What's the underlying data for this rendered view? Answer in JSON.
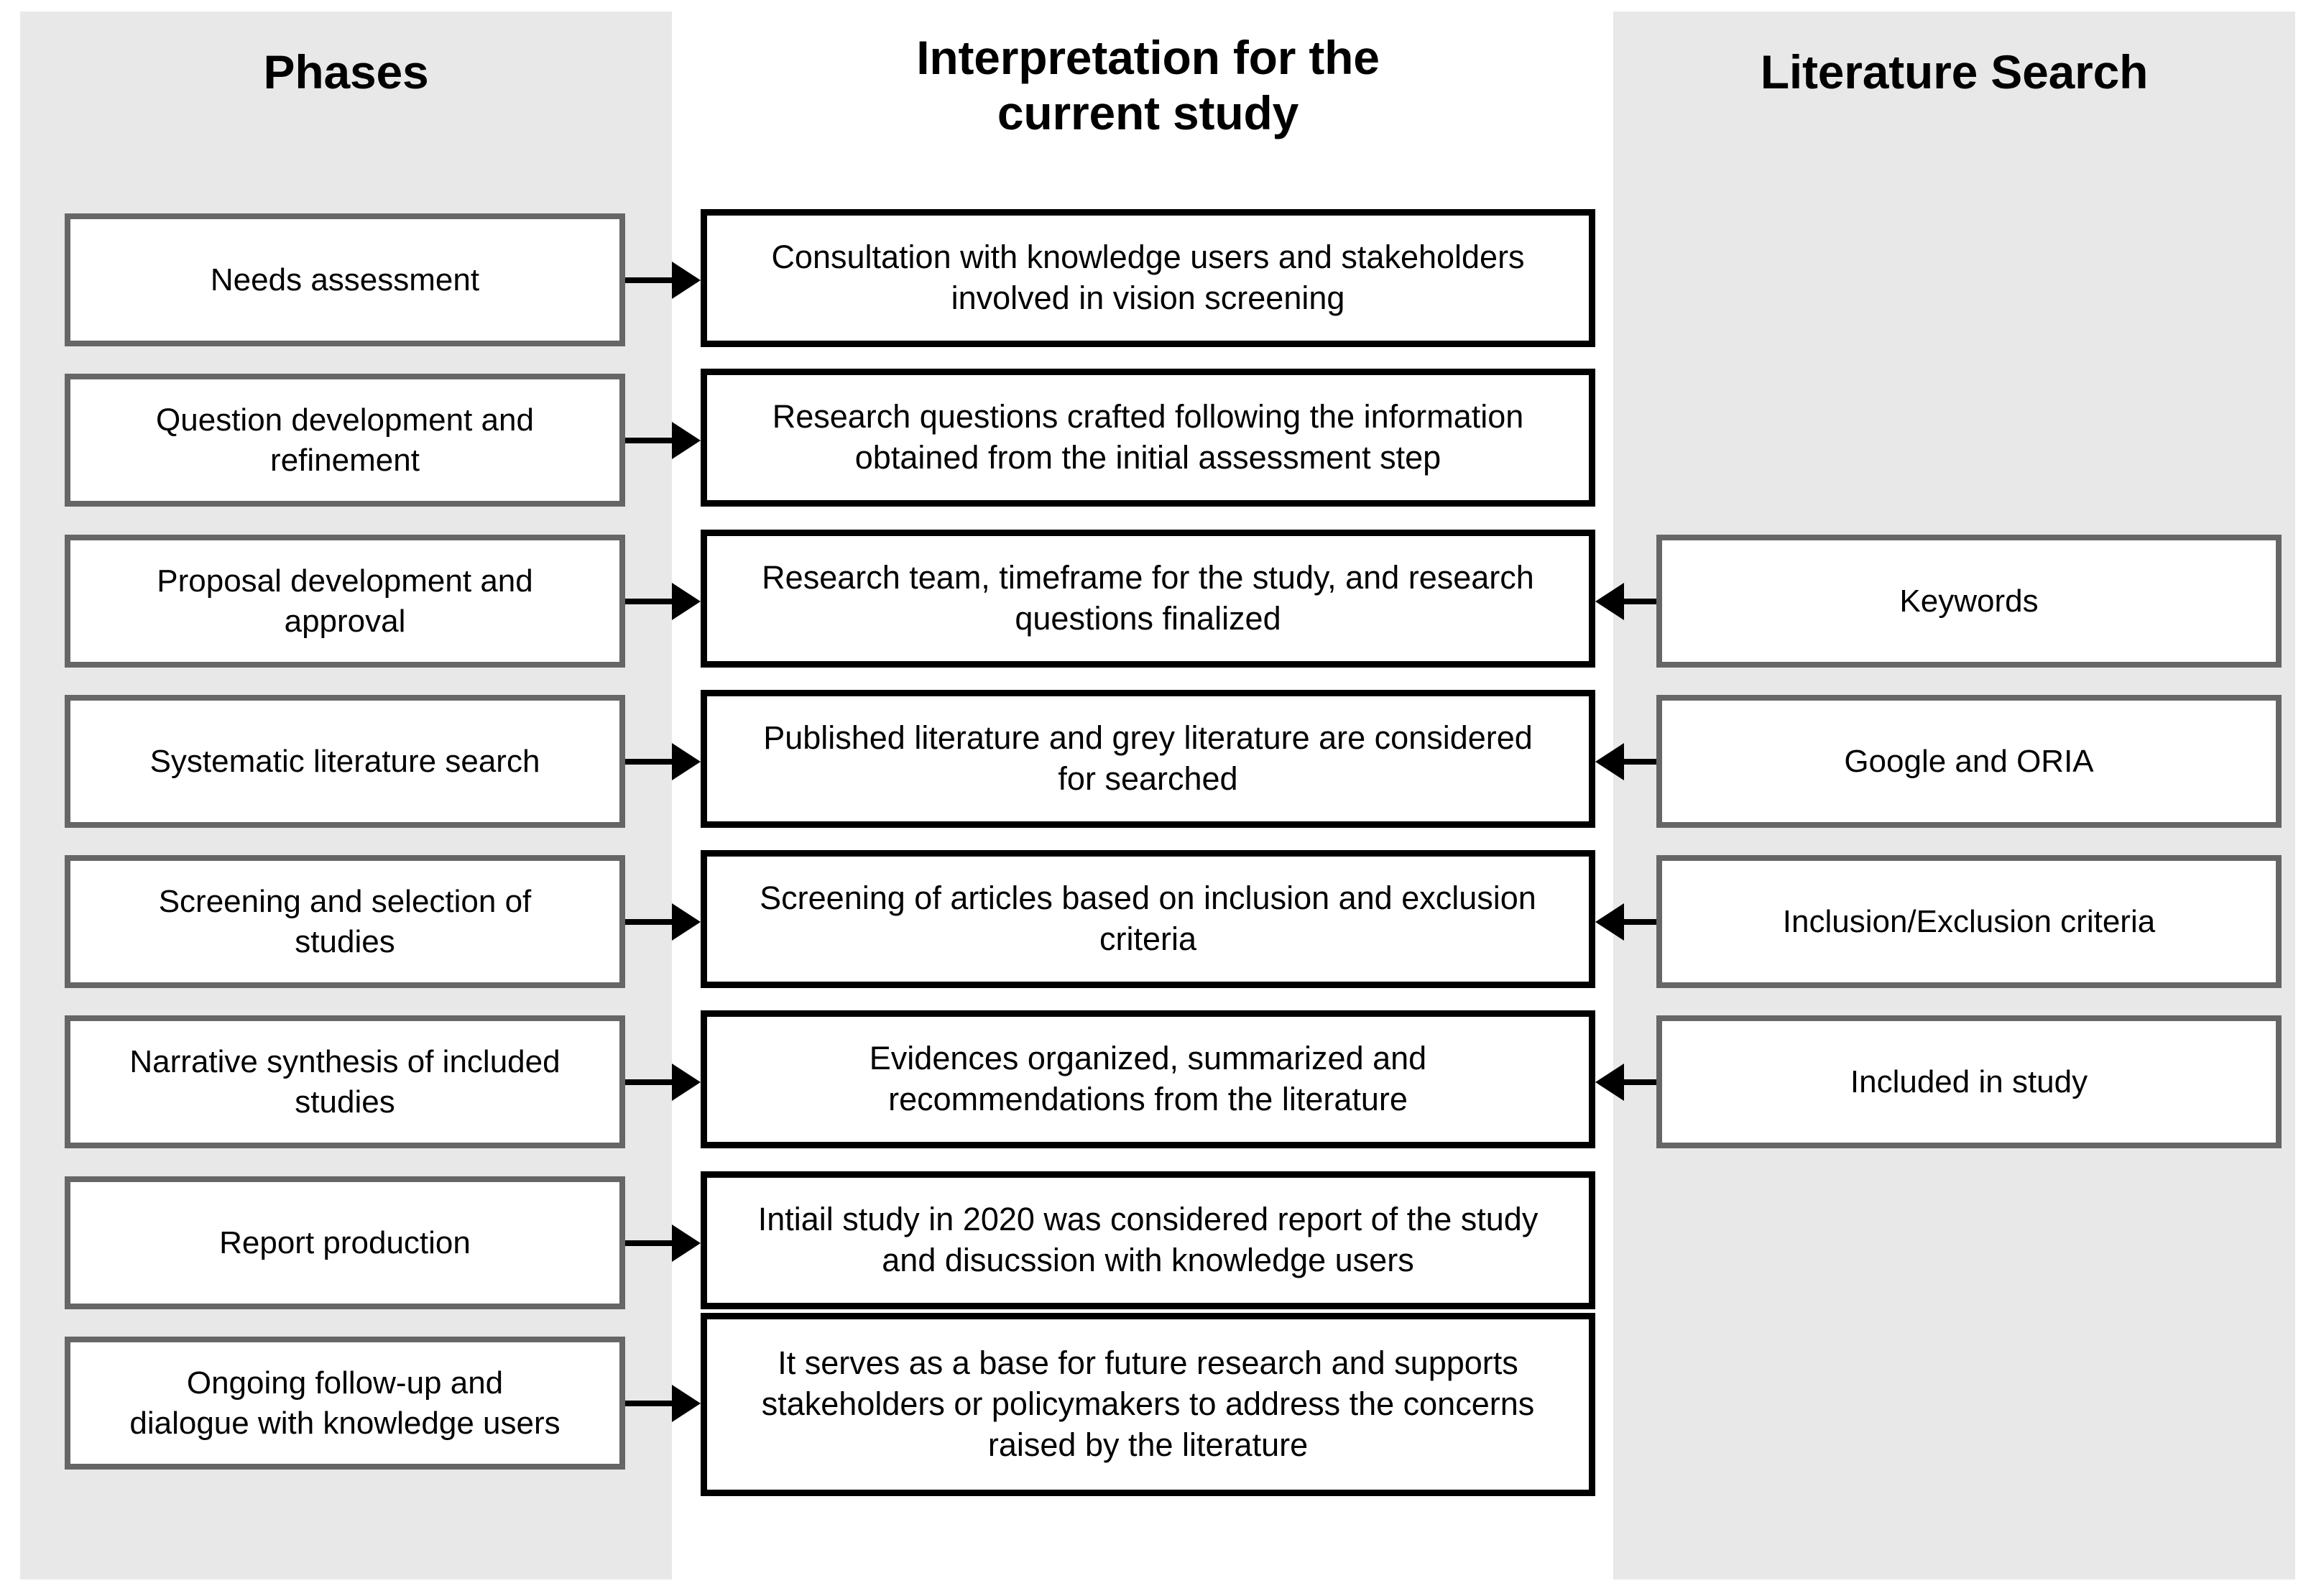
{
  "headers": {
    "phases": "Phases",
    "interpretation": "Interpretation for the\ncurrent study",
    "literature": "Literature Search"
  },
  "colors": {
    "panel_background": "#e8e8e8",
    "page_background": "#ffffff",
    "phase_box_border": "#666666",
    "interpretation_box_border": "#000000",
    "literature_box_border": "#666666",
    "text": "#000000",
    "arrow": "#000000"
  },
  "rows": [
    {
      "phase": "Needs assessment",
      "interpretation": "Consultation with knowledge users and stakeholders\ninvolved in vision screening",
      "literature": null,
      "arrow_left_to_center": true,
      "arrow_right_to_center": false
    },
    {
      "phase": "Question development and\nrefinement",
      "interpretation": "Research questions crafted following the information\nobtained from the  initial assessment step",
      "literature": null,
      "arrow_left_to_center": true,
      "arrow_right_to_center": false
    },
    {
      "phase": "Proposal development and\napproval",
      "interpretation": "Research team, timeframe for the study, and research\nquestions finalized",
      "literature": "Keywords",
      "arrow_left_to_center": true,
      "arrow_right_to_center": true
    },
    {
      "phase": "Systematic literature search",
      "interpretation": "Published literature and grey literature are considered\nfor searched",
      "literature": "Google and ORIA",
      "arrow_left_to_center": true,
      "arrow_right_to_center": true
    },
    {
      "phase": "Screening and selection of\nstudies",
      "interpretation": "Screening of articles based on inclusion and exclusion\ncriteria",
      "literature": "Inclusion/Exclusion criteria",
      "arrow_left_to_center": true,
      "arrow_right_to_center": true
    },
    {
      "phase": "Narrative synthesis of included\nstudies",
      "interpretation": "Evidences organized, summarized and\nrecommendations from the literature",
      "literature": "Included in study",
      "arrow_left_to_center": true,
      "arrow_right_to_center": true
    },
    {
      "phase": "Report production",
      "interpretation": "Intiail study in 2020 was considered report of the study\nand disucssion with knowledge users",
      "literature": null,
      "arrow_left_to_center": true,
      "arrow_right_to_center": false
    },
    {
      "phase": "Ongoing follow-up and\ndialogue with knowledge users",
      "interpretation": "It serves as a base for future research and supports\nstakeholders or policymakers to address the concerns\nraised by the literature",
      "literature": null,
      "arrow_left_to_center": true,
      "arrow_right_to_center": false
    }
  ]
}
